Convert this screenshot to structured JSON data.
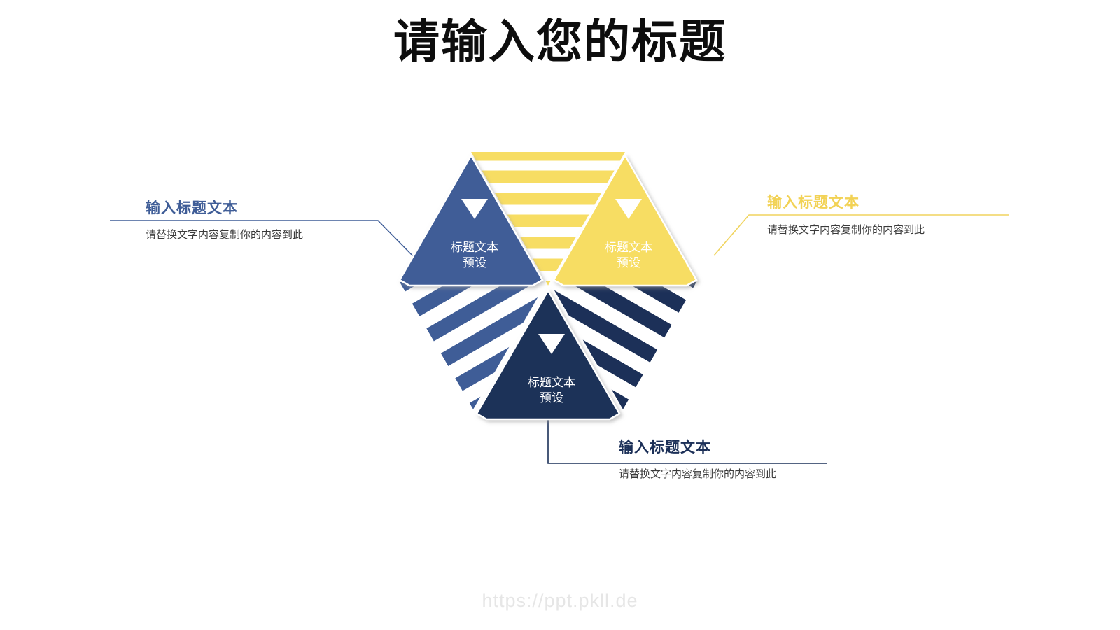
{
  "title": "请输入您的标题",
  "watermark": "https://ppt.pkll.de",
  "colors": {
    "blue": "#3f5d97",
    "yellow": "#f7dd63",
    "navy": "#1c3058",
    "title": "#0d0d0d",
    "body_text": "#3a3a3a",
    "watermark": "#e6e6e6",
    "background": "#ffffff"
  },
  "diagram": {
    "type": "hexagon-three-triangle",
    "segments": [
      {
        "id": "left",
        "color_name": "blue",
        "color": "#3f5d97",
        "fill": "solid",
        "arrow_icon": "down-triangle-icon",
        "label_line1": "标题文本",
        "label_line2": "预设"
      },
      {
        "id": "right",
        "color_name": "yellow",
        "color": "#f7dd63",
        "fill": "solid",
        "arrow_icon": "down-triangle-icon",
        "label_line1": "标题文本",
        "label_line2": "预设"
      },
      {
        "id": "bottom",
        "color_name": "navy",
        "color": "#1c3058",
        "fill": "solid",
        "arrow_icon": "down-triangle-icon",
        "label_line1": "标题文本",
        "label_line2": "预设"
      }
    ],
    "striped_segments": [
      {
        "id": "top",
        "color": "#f7dd63",
        "stripe_direction": "horizontal"
      },
      {
        "id": "lower-left",
        "color": "#3f5d97",
        "stripe_direction": "diagonal-down-right"
      },
      {
        "id": "lower-right",
        "color": "#1c3058",
        "stripe_direction": "diagonal-down-left"
      }
    ]
  },
  "callouts": {
    "left": {
      "title": "输入标题文本",
      "body": "请替换文字内容复制你的内容到此",
      "color": "#3f5d97"
    },
    "right": {
      "title": "输入标题文本",
      "body": "请替换文字内容复制你的内容到此",
      "color": "#f2d255"
    },
    "bottom": {
      "title": "输入标题文本",
      "body": "请替换文字内容复制你的内容到此",
      "color": "#1c3058"
    }
  }
}
